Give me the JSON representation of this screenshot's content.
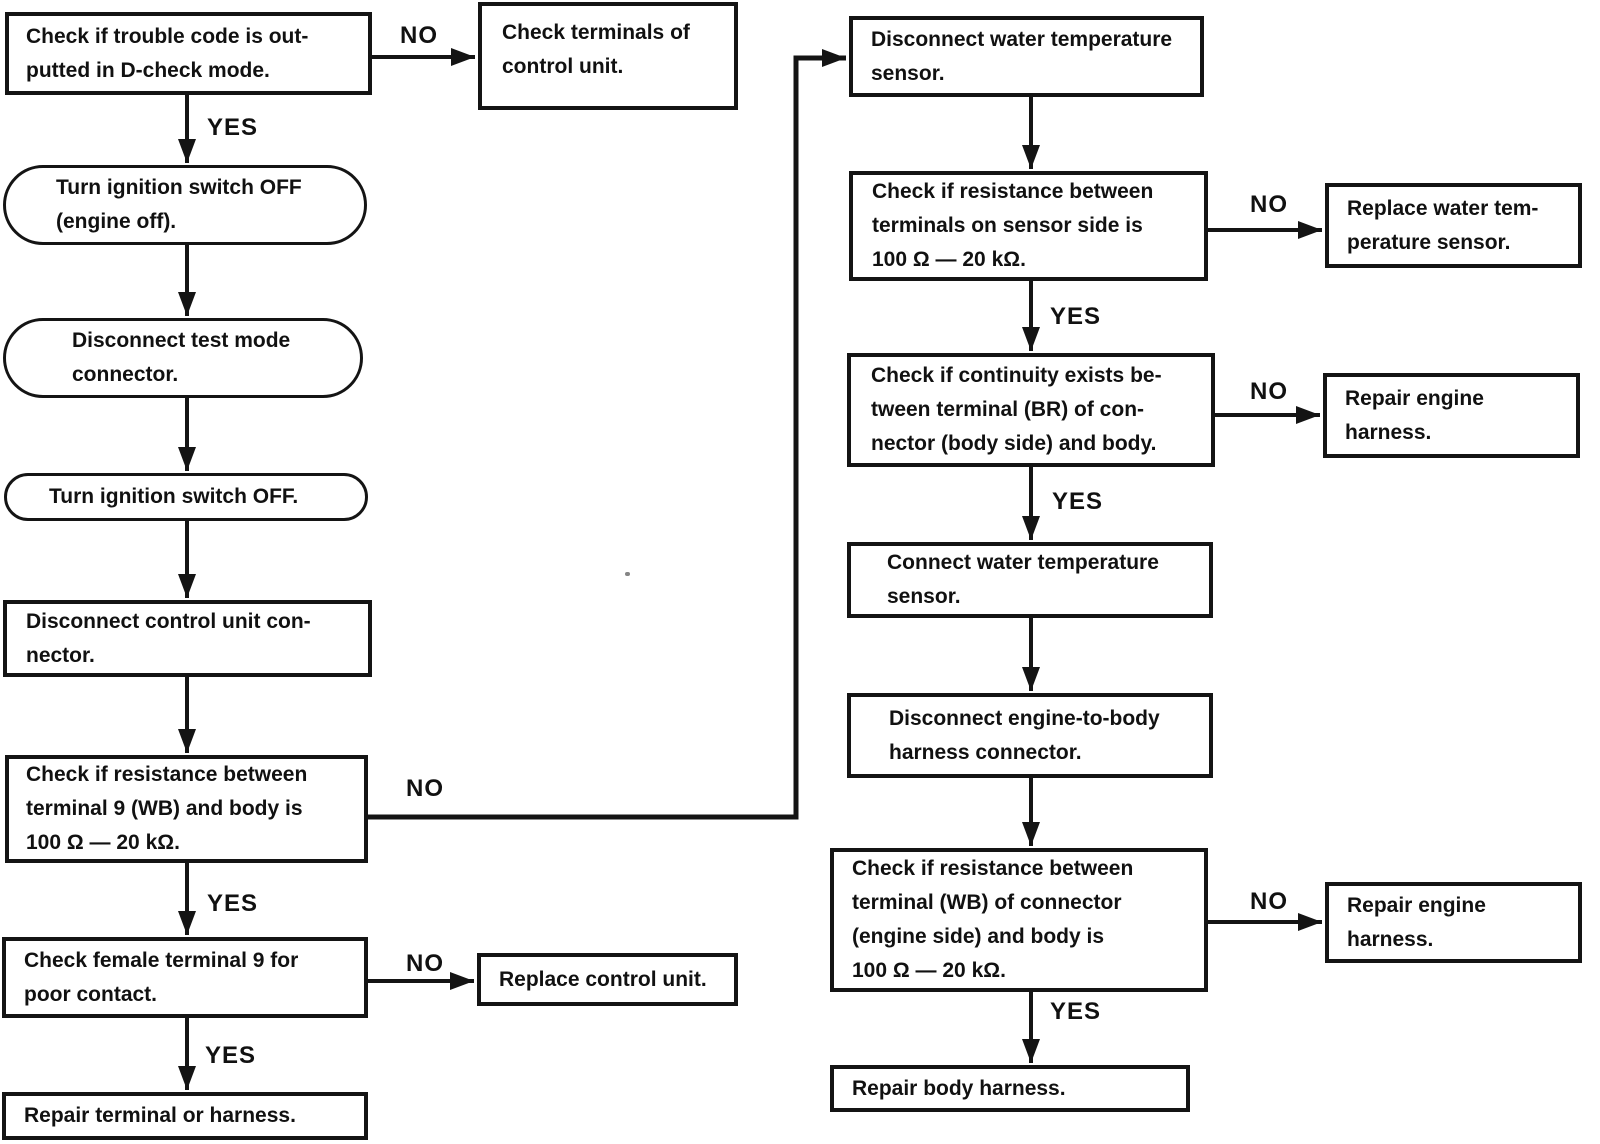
{
  "diagram": {
    "type": "flowchart",
    "colors": {
      "ink": "#141414",
      "paper": "#ffffff"
    },
    "connector_labels": {
      "yes": "YES",
      "no": "NO"
    },
    "nodes": {
      "check_trouble_code": "Check if trouble code is out-\nputted in D-check mode.",
      "check_terminals_control_unit": "Check terminals of\ncontrol unit.",
      "ignition_off_engine_off": "Turn ignition switch OFF\n(engine off).",
      "disconnect_test_mode": "Disconnect test mode\nconnector.",
      "ignition_off": "Turn ignition switch OFF.",
      "disconnect_control_unit": "Disconnect control unit con-\nnector.",
      "check_resistance_terminal9": "Check if resistance between\nterminal 9 (WB) and body is\n100 Ω — 20 kΩ.",
      "check_female_terminal9": "Check female terminal 9 for\npoor contact.",
      "replace_control_unit": "Replace control unit.",
      "repair_terminal_harness": "Repair terminal or harness.",
      "disconnect_water_temp_sensor": "Disconnect water temperature\nsensor.",
      "check_resistance_sensor_side": "Check if resistance between\nterminals on sensor side is\n100 Ω — 20 kΩ.",
      "replace_water_temp_sensor": "Replace water tem-\nperature sensor.",
      "check_continuity_br": "Check if continuity exists be-\ntween terminal (BR) of con-\nnector (body side) and body.",
      "repair_engine_harness_1": "Repair engine\nharness.",
      "connect_water_temp_sensor": "Connect water temperature\nsensor.",
      "disconnect_engine_to_body": "Disconnect engine-to-body\nharness connector.",
      "check_resistance_wb_engine": "Check if resistance between\nterminal (WB) of connector\n(engine side) and body is\n100 Ω — 20 kΩ.",
      "repair_engine_harness_2": "Repair engine\nharness.",
      "repair_body_harness": "Repair body harness."
    }
  }
}
